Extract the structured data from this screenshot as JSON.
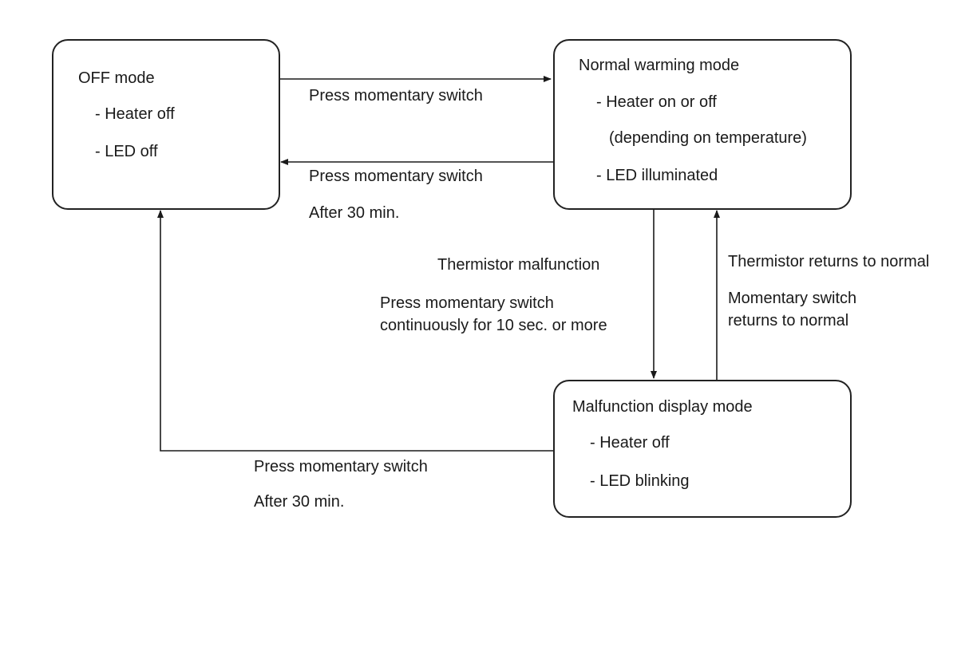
{
  "modes": {
    "off": {
      "title": "OFF mode",
      "lines": [
        "- Heater off",
        "- LED off"
      ]
    },
    "normal": {
      "title": "Normal warming mode",
      "lines": [
        "- Heater on or off",
        "(depending on temperature)",
        "- LED illuminated"
      ]
    },
    "malfunction": {
      "title": "Malfunction display mode",
      "lines": [
        "- Heater off",
        "- LED blinking"
      ]
    }
  },
  "transitions": {
    "off_to_normal": [
      "Press momentary switch"
    ],
    "normal_to_off": [
      "Press momentary switch",
      "After 30 min."
    ],
    "normal_to_malfunction": [
      "Thermistor malfunction",
      "Press momentary switch",
      "continuously for 10 sec. or more"
    ],
    "malfunction_to_normal": [
      "Thermistor returns to normal",
      "Momentary switch",
      "returns to normal"
    ],
    "malfunction_to_off": [
      "Press momentary switch",
      "After 30 min."
    ]
  },
  "colors": {
    "line": "#1a1a1a",
    "box_border": "#222222",
    "background": "#ffffff"
  }
}
